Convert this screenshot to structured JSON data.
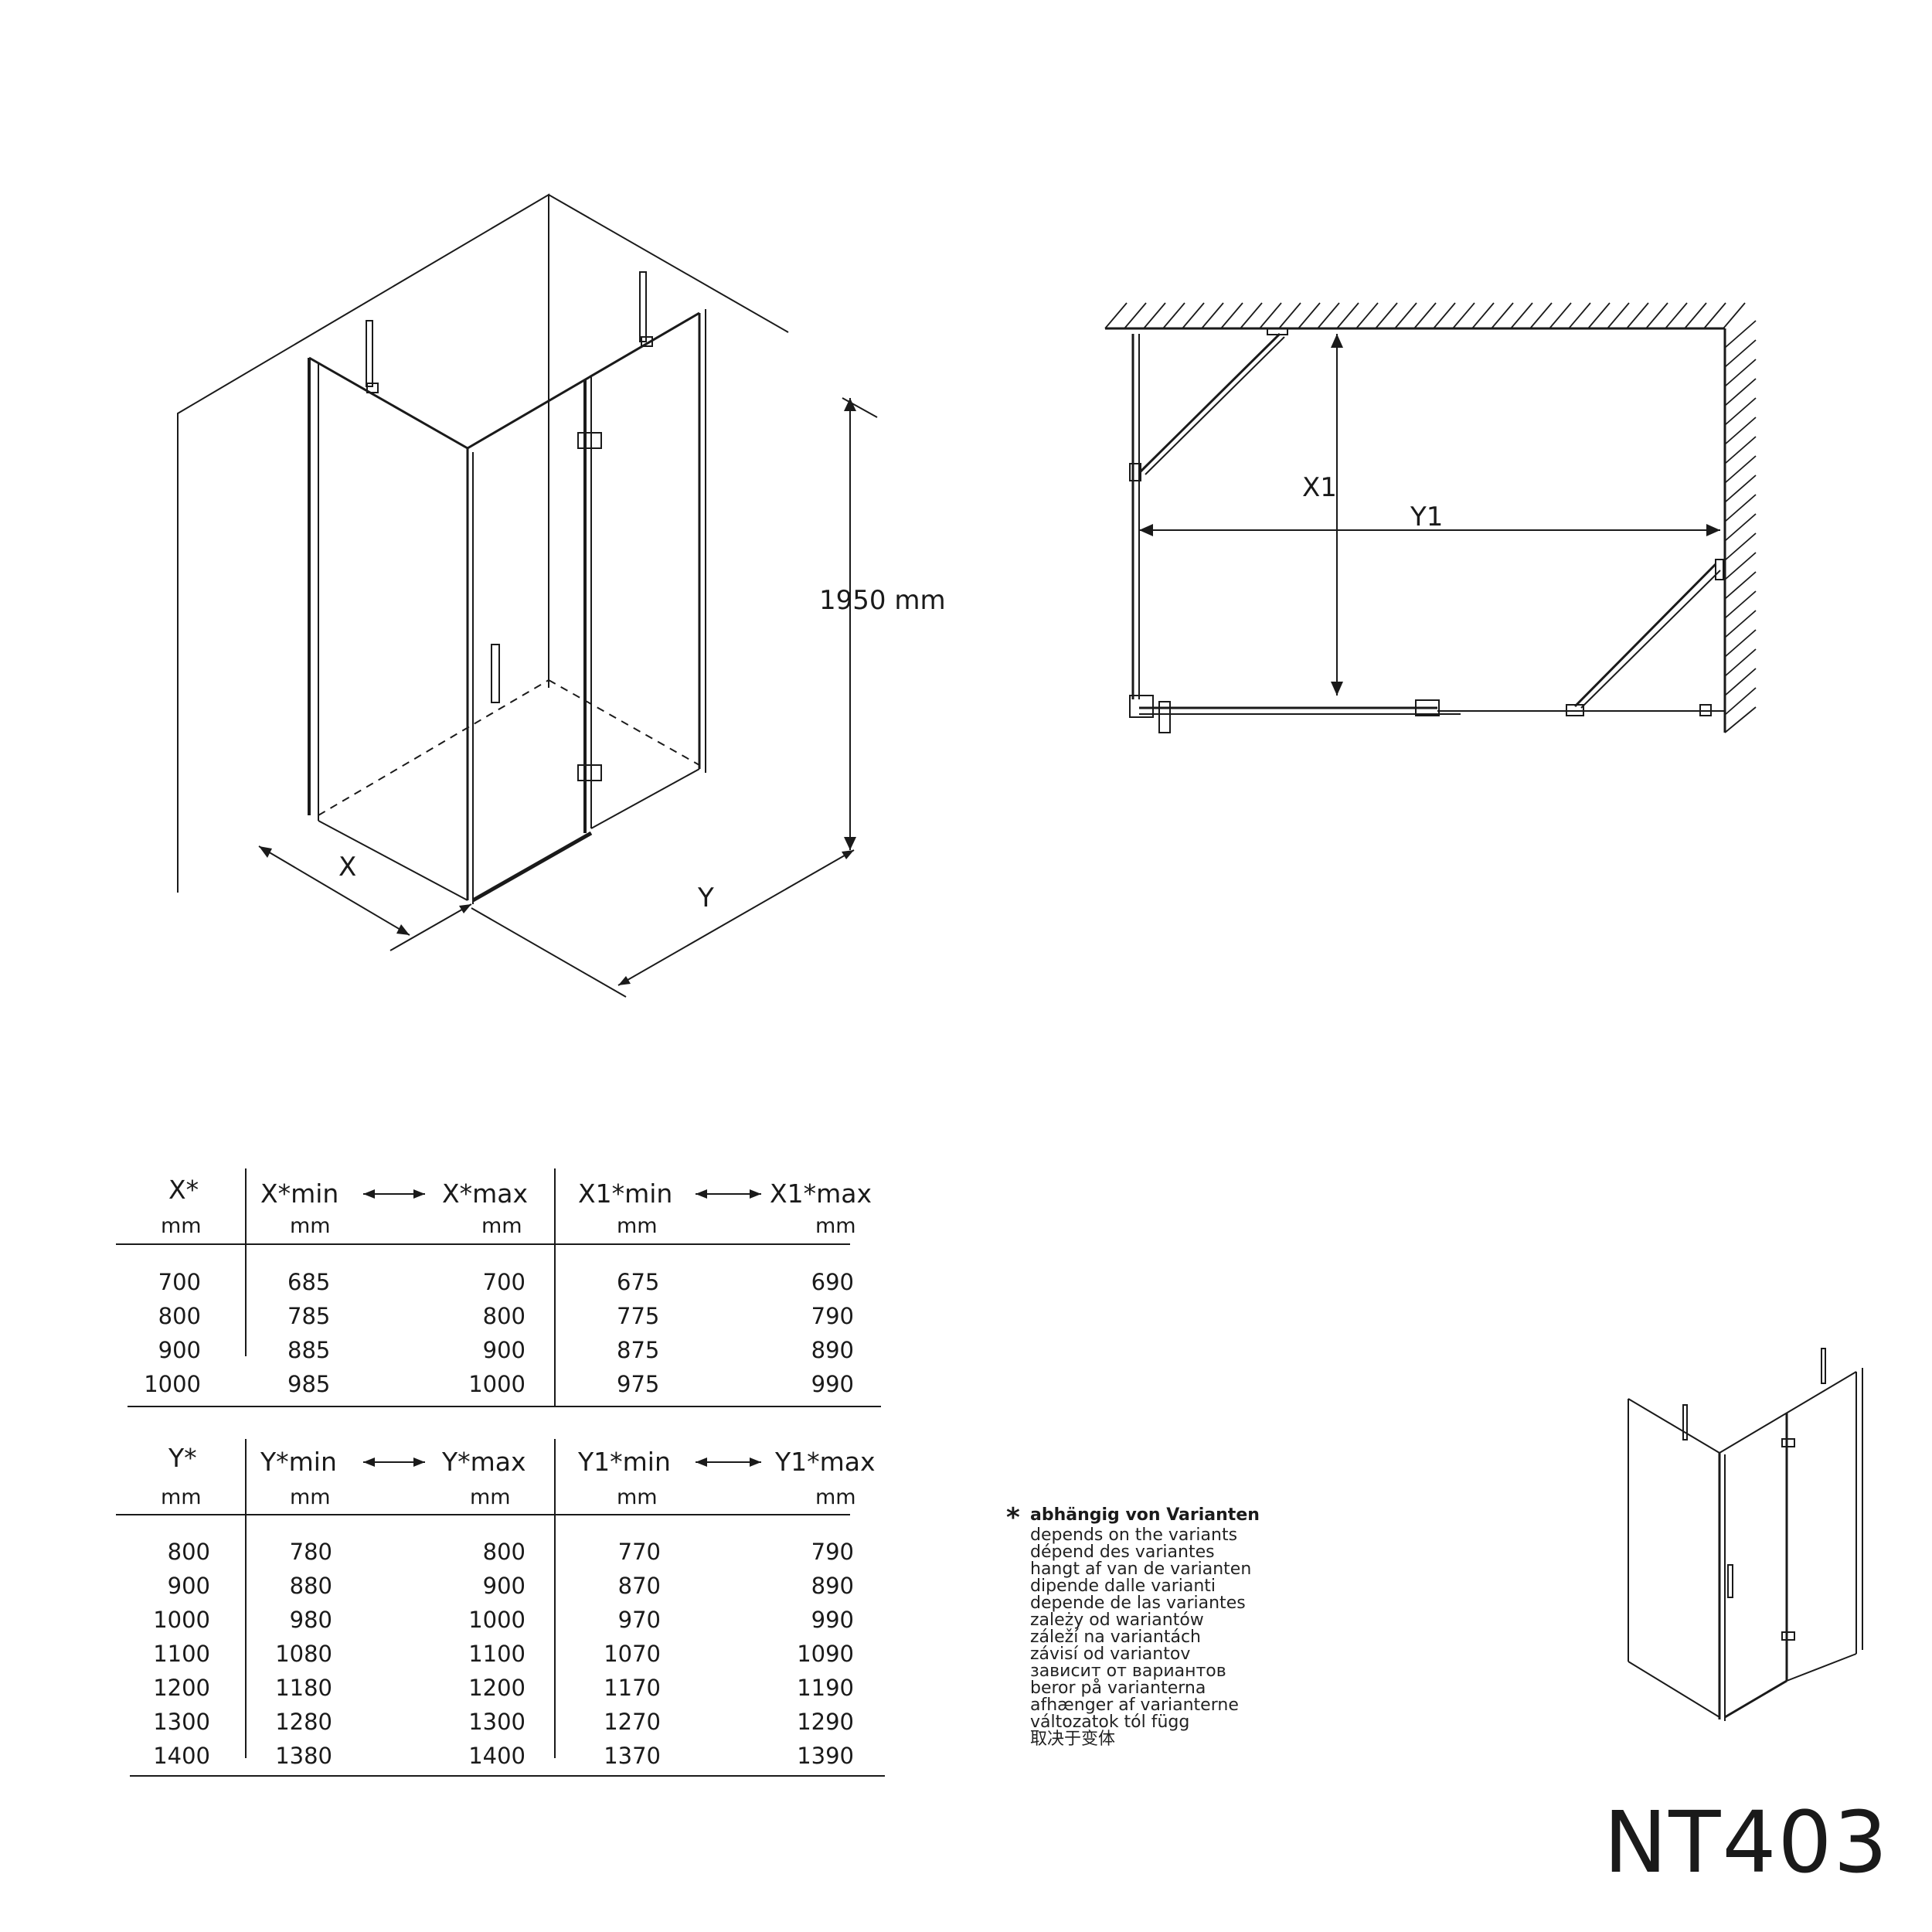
{
  "diagram": {
    "iso_labels": {
      "x": "X",
      "y": "Y",
      "height": "1950 mm"
    },
    "plan_labels": {
      "x1": "X1",
      "y1": "Y1"
    }
  },
  "table_x": {
    "headers": [
      "X*",
      "X*min",
      "X*max",
      "X1*min",
      "X1*max"
    ],
    "units": [
      "mm",
      "mm",
      "mm",
      "mm",
      "mm"
    ],
    "rows": [
      [
        "700",
        "685",
        "700",
        "675",
        "690"
      ],
      [
        "800",
        "785",
        "800",
        "775",
        "790"
      ],
      [
        "900",
        "885",
        "900",
        "875",
        "890"
      ],
      [
        "1000",
        "985",
        "1000",
        "975",
        "990"
      ]
    ]
  },
  "table_y": {
    "headers": [
      "Y*",
      "Y*min",
      "Y*max",
      "Y1*min",
      "Y1*max"
    ],
    "units": [
      "mm",
      "mm",
      "mm",
      "mm",
      "mm"
    ],
    "rows": [
      [
        "800",
        "780",
        "800",
        "770",
        "790"
      ],
      [
        "900",
        "880",
        "900",
        "870",
        "890"
      ],
      [
        "1000",
        "980",
        "1000",
        "970",
        "990"
      ],
      [
        "1100",
        "1080",
        "1100",
        "1070",
        "1090"
      ],
      [
        "1200",
        "1180",
        "1200",
        "1170",
        "1190"
      ],
      [
        "1300",
        "1280",
        "1300",
        "1270",
        "1290"
      ],
      [
        "1400",
        "1380",
        "1400",
        "1370",
        "1390"
      ]
    ]
  },
  "note": {
    "marker": "*",
    "title": "abhängig von Varianten",
    "lines": [
      "depends on the variants",
      "dépend des variantes",
      "hangt af van de varianten",
      "dipende dalle varianti",
      "depende de las variantes",
      "zależy od wariantów",
      "záleží na variantách",
      "závisí od variantov",
      "зависит от вариантов",
      "beror på varianterna",
      "afhænger af varianterne",
      "változatok tól függ",
      "取决于变体"
    ]
  },
  "model": "NT403"
}
